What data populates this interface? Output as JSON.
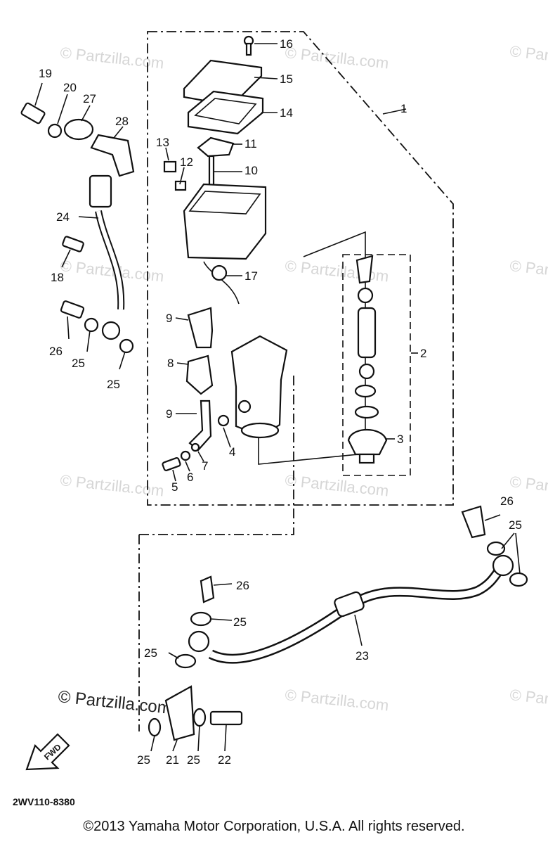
{
  "diagram": {
    "callouts": {
      "c1": "1",
      "c2": "2",
      "c3": "3",
      "c4": "4",
      "c5": "5",
      "c6": "6",
      "c7": "7",
      "c8": "8",
      "c9a": "9",
      "c9b": "9",
      "c10": "10",
      "c11": "11",
      "c12": "12",
      "c13": "13",
      "c14": "14",
      "c15": "15",
      "c16": "16",
      "c17": "17",
      "c18": "18",
      "c19": "19",
      "c20": "20",
      "c21": "21",
      "c22": "22",
      "c23": "23",
      "c24": "24",
      "c25a": "25",
      "c25b": "25",
      "c25c": "25",
      "c25d": "25",
      "c25e": "25",
      "c25f": "25",
      "c25g": "25",
      "c26a": "26",
      "c26b": "26",
      "c26c": "26",
      "c27": "27",
      "c28": "28"
    },
    "watermark": "© Partzilla.com",
    "watermark_strong": "© Partzilla.com",
    "fwd_label": "FWD",
    "code": "2WV110-8380"
  },
  "footer": {
    "copyright": "©2013 Yamaha Motor Corporation, U.S.A. All rights reserved."
  }
}
